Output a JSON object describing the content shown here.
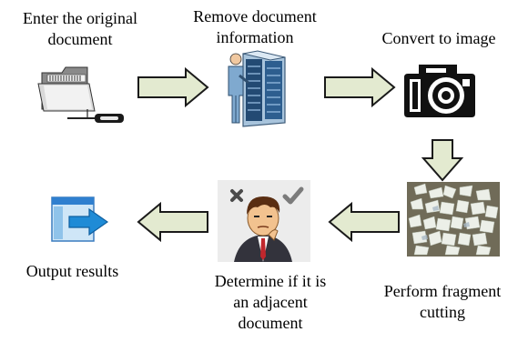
{
  "steps": {
    "enter": {
      "line1": "Enter the original",
      "line2": "document",
      "icon": "folder-icon"
    },
    "remove": {
      "line1": "Remove document",
      "line2": "information",
      "icon": "server-admin-icon"
    },
    "convert": {
      "line1": "Convert to image",
      "icon": "camera-icon"
    },
    "fragment": {
      "line1": "Perform fragment",
      "line2": "cutting",
      "icon": "paper-fragments-icon"
    },
    "determine": {
      "line1": "Determine if it is",
      "line2": "an adjacent",
      "line3": "document",
      "icon": "thinking-person-icon",
      "cross_symbol": "✕",
      "check_symbol": "✔"
    },
    "output": {
      "line1": "Output results",
      "icon": "output-window-icon"
    }
  },
  "colors": {
    "arrow_fill": "#e3ead0",
    "arrow_stroke": "#1a1a1a",
    "text": "#000000"
  }
}
